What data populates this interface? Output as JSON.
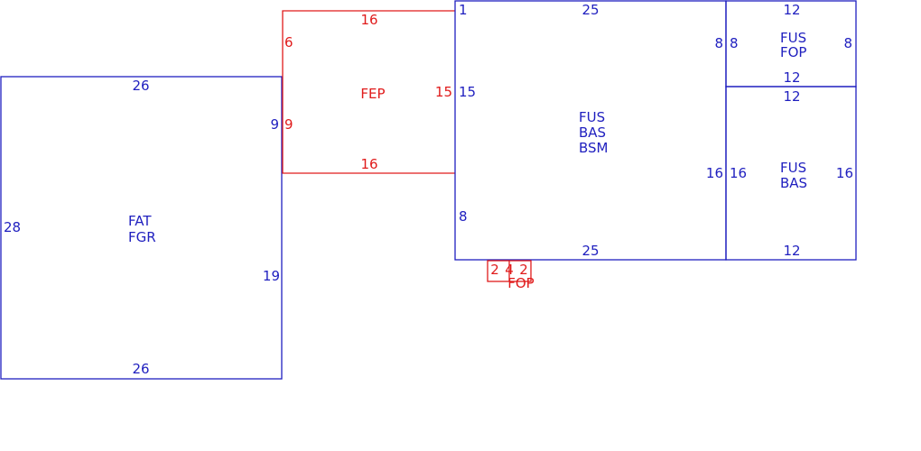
{
  "colors": {
    "blue": "#1f1fbf",
    "red": "#e01b1b"
  },
  "rooms": {
    "fat": {
      "lines": [
        "FAT",
        "FGR"
      ],
      "top": "26",
      "bottom": "26",
      "left": "28",
      "right_upper": "9",
      "right_lower": "19"
    },
    "fep": {
      "lines": [
        "FEP"
      ],
      "top": "16",
      "bottom": "16",
      "left": "6",
      "left_lower": "9",
      "right": "15"
    },
    "fus_main": {
      "lines": [
        "FUS",
        "BAS",
        "BSM"
      ],
      "top": "25",
      "bottom": "25",
      "left_top": "1",
      "left_mid": "15",
      "left_lower": "8",
      "right_upper": "8",
      "right_lower": "16"
    },
    "fus_fop": {
      "lines": [
        "FUS",
        "FOP"
      ],
      "top": "12",
      "bottom": "12",
      "left": "8",
      "right": "8"
    },
    "fus_bas": {
      "lines": [
        "FUS",
        "BAS"
      ],
      "top": "12",
      "bottom": "12",
      "left": "16",
      "right": "16"
    },
    "fop_small": {
      "lines": [
        "FOP"
      ],
      "left": "2",
      "mid": "4",
      "right": "2"
    }
  }
}
